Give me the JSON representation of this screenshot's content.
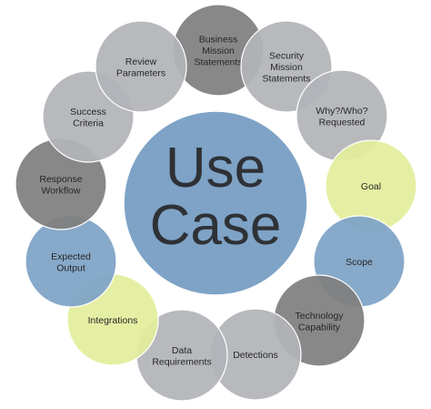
{
  "center": {
    "lines": [
      "Use",
      "Case"
    ],
    "color": "#7ea3c6"
  },
  "palette": {
    "stroke": "#ffffff"
  },
  "nodes": [
    {
      "lines": [
        "Business",
        "Mission",
        "Statements"
      ],
      "color": "#7f7f7f"
    },
    {
      "lines": [
        "Security",
        "Mission",
        "Statements"
      ],
      "color": "#b1b4b8"
    },
    {
      "lines": [
        "Why?/Who?",
        "Requested"
      ],
      "color": "#b1b4b8"
    },
    {
      "lines": [
        "Goal"
      ],
      "color": "#e3ee9c"
    },
    {
      "lines": [
        "Scope"
      ],
      "color": "#7ea3c6"
    },
    {
      "lines": [
        "Technology",
        "Capability"
      ],
      "color": "#7f7f7f"
    },
    {
      "lines": [
        "Detections"
      ],
      "color": "#b1b4b8"
    },
    {
      "lines": [
        "Data",
        "Requirements"
      ],
      "color": "#b1b4b8"
    },
    {
      "lines": [
        "Integrations"
      ],
      "color": "#e3ee9c"
    },
    {
      "lines": [
        "Expected",
        "Output"
      ],
      "color": "#7ea3c6"
    },
    {
      "lines": [
        "Response",
        "Workflow"
      ],
      "color": "#7f7f7f"
    },
    {
      "lines": [
        "Success",
        "Criteria"
      ],
      "color": "#b1b4b8"
    },
    {
      "lines": [
        "Review",
        "Parameters"
      ],
      "color": "#b1b4b8"
    }
  ]
}
